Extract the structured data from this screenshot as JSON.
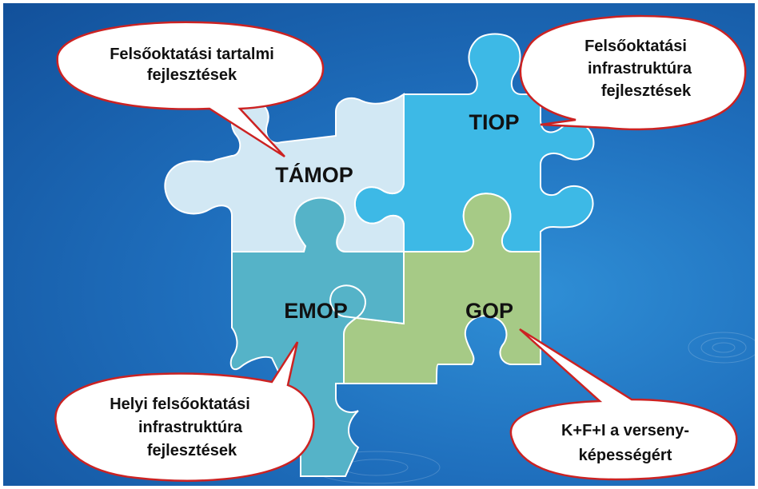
{
  "pieces": {
    "tamop": {
      "label": "TÁMOP",
      "color": "#d2e8f4"
    },
    "tiop": {
      "label": "TIOP",
      "color": "#3db9e6"
    },
    "emop": {
      "label": "EMOP",
      "color": "#55b3c8"
    },
    "gop": {
      "label": "GOP",
      "color": "#a6ca86"
    }
  },
  "callouts": {
    "top_left": {
      "lines": [
        "Felsőoktatási tartalmi",
        "fejlesztések"
      ]
    },
    "top_right": {
      "lines": [
        "Felsőoktatási",
        "infrastruktúra",
        "fejlesztések"
      ]
    },
    "bottom_left": {
      "lines": [
        "Helyi felsőoktatási",
        "infrastruktúra",
        "fejlesztések"
      ]
    },
    "bottom_right": {
      "lines": [
        "K+F+I a verseny-",
        "képességért"
      ]
    }
  },
  "colors": {
    "background": "#1f6fbd",
    "callout_border": "#cc2222",
    "callout_fill": "#ffffff",
    "piece_outline": "#ffffff"
  }
}
